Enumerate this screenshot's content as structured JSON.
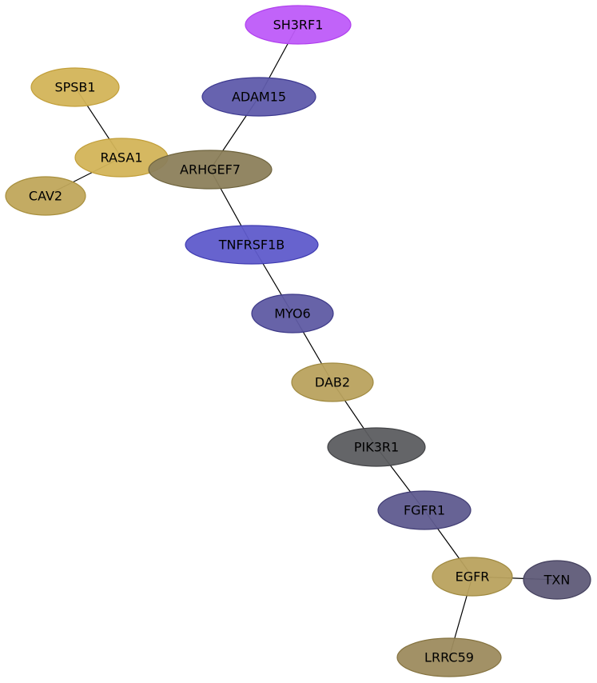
{
  "diagram": {
    "nodes": [
      {
        "id": "SH3RF1",
        "label": "SH3RF1",
        "fill": "#be5bf9",
        "stroke": "#b03fee"
      },
      {
        "id": "ADAM15",
        "label": "ADAM15",
        "fill": "#5f5bab",
        "stroke": "#3d3990"
      },
      {
        "id": "SPSB1",
        "label": "SPSB1",
        "fill": "#d3b459",
        "stroke": "#c29f3a"
      },
      {
        "id": "RASA1",
        "label": "RASA1",
        "fill": "#d3b459",
        "stroke": "#c29f3a"
      },
      {
        "id": "ARHGEF7",
        "label": "ARHGEF7",
        "fill": "#8c7f5b",
        "stroke": "#6e633d"
      },
      {
        "id": "CAV2",
        "label": "CAV2",
        "fill": "#c0a75b",
        "stroke": "#a88f3d"
      },
      {
        "id": "TNFRSF1B",
        "label": "TNFRSF1B",
        "fill": "#5f5bcb",
        "stroke": "#3f3bb1"
      },
      {
        "id": "MYO6",
        "label": "MYO6",
        "fill": "#5f5ba3",
        "stroke": "#3d3988"
      },
      {
        "id": "DAB2",
        "label": "DAB2",
        "fill": "#b9a25e",
        "stroke": "#a08a40"
      },
      {
        "id": "PIK3R1",
        "label": "PIK3R1",
        "fill": "#5c5d60",
        "stroke": "#434447"
      },
      {
        "id": "FGFR1",
        "label": "FGFR1",
        "fill": "#5f5b8f",
        "stroke": "#413d74"
      },
      {
        "id": "EGFR",
        "label": "EGFR",
        "fill": "#b9a25e",
        "stroke": "#a08a40"
      },
      {
        "id": "TXN",
        "label": "TXN",
        "fill": "#5f5b78",
        "stroke": "#433f5d"
      },
      {
        "id": "LRRC59",
        "label": "LRRC59",
        "fill": "#9d8b5e",
        "stroke": "#857340"
      }
    ],
    "edges": [
      {
        "source": "SH3RF1",
        "target": "ADAM15"
      },
      {
        "source": "ADAM15",
        "target": "ARHGEF7"
      },
      {
        "source": "SPSB1",
        "target": "RASA1"
      },
      {
        "source": "RASA1",
        "target": "CAV2"
      },
      {
        "source": "ARHGEF7",
        "target": "TNFRSF1B"
      },
      {
        "source": "TNFRSF1B",
        "target": "MYO6"
      },
      {
        "source": "MYO6",
        "target": "DAB2"
      },
      {
        "source": "DAB2",
        "target": "PIK3R1"
      },
      {
        "source": "PIK3R1",
        "target": "FGFR1"
      },
      {
        "source": "FGFR1",
        "target": "EGFR"
      },
      {
        "source": "EGFR",
        "target": "TXN"
      },
      {
        "source": "EGFR",
        "target": "LRRC59"
      }
    ]
  }
}
